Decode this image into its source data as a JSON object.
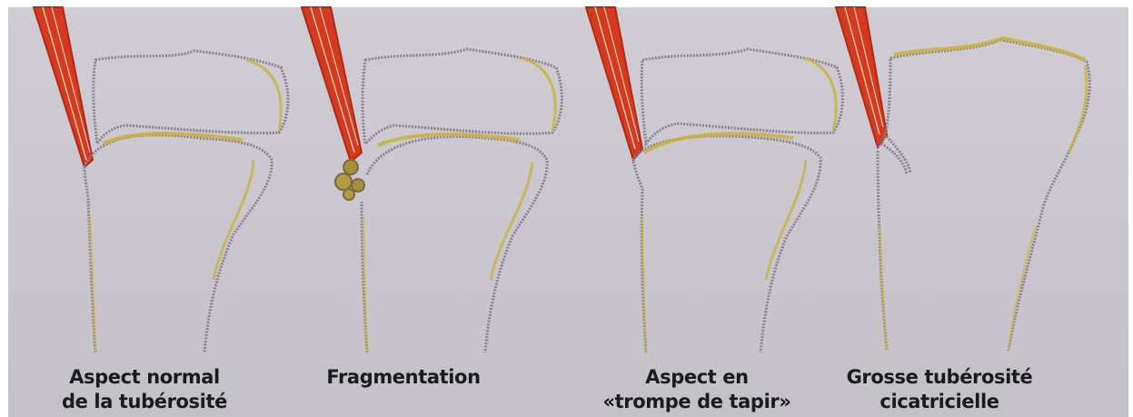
{
  "panels": [
    {
      "caption": [
        "Aspect normal",
        "de la tubérosité"
      ]
    },
    {
      "caption": [
        "Fragmentation"
      ]
    },
    {
      "caption": [
        "Aspect en",
        "«trompe de tapir»"
      ]
    },
    {
      "caption": [
        "Grosse tubérosité",
        "cicatricielle"
      ]
    }
  ],
  "colors": {
    "background": "#cbc9cf",
    "bone_outline": "#8b7f93",
    "bone_highlight": "#c9b23a",
    "tendon": "#d43a1f",
    "caption_text": "#1b1a1e"
  }
}
